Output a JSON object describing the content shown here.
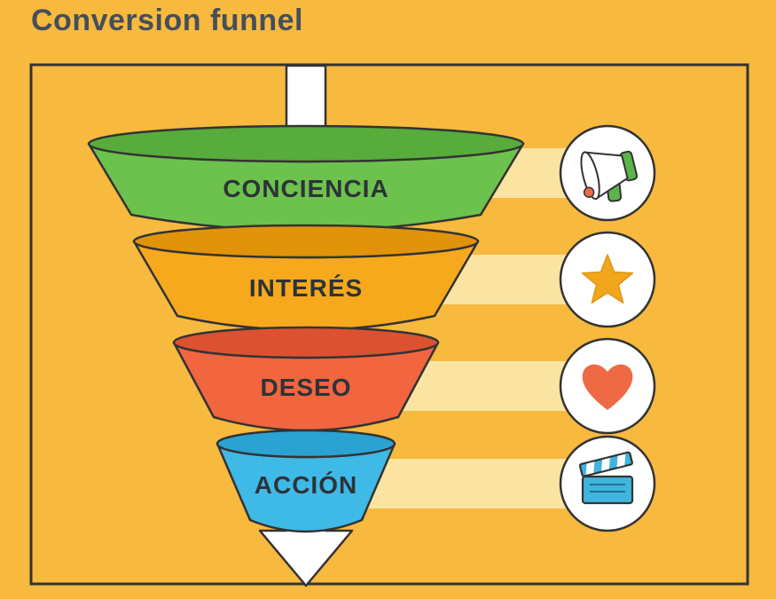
{
  "title": "Conversion funnel",
  "funnel": {
    "stages": [
      {
        "label": "CONCIENCIA",
        "color": "#6CC24D",
        "rim_color": "#57AC3B",
        "icon": "megaphone-icon"
      },
      {
        "label": "INTERÉS",
        "color": "#F7A91D",
        "rim_color": "#E1930A",
        "icon": "star-icon"
      },
      {
        "label": "DESEO",
        "color": "#F1653F",
        "rim_color": "#DC5230",
        "icon": "heart-icon"
      },
      {
        "label": "ACCIÓN",
        "color": "#3FB9E6",
        "rim_color": "#2BA3D2",
        "icon": "clapperboard-icon"
      }
    ]
  },
  "colors": {
    "background": "#F7B93E",
    "frame_border": "#333333",
    "outline": "#333333",
    "band": "#FBE4A1",
    "arrow_fill": "#FFFFFF",
    "title_text": "#454F5B",
    "label_text": "#2D3339",
    "star": "#F2A61C",
    "heart": "#EE6A45",
    "clapper": "#3FB5DE",
    "megaphone_accent": "#5BB54A",
    "megaphone_dot": "#ED6A45"
  }
}
